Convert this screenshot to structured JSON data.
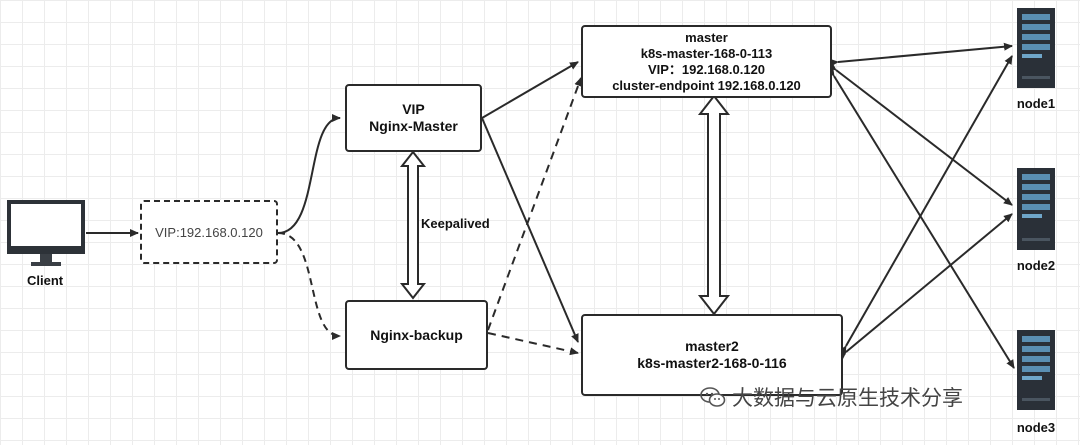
{
  "client": {
    "label": "Client"
  },
  "vip": {
    "label": "VIP:192.168.0.120"
  },
  "nginx_master": {
    "line1": "VIP",
    "line2": "Nginx-Master"
  },
  "nginx_backup": {
    "label": "Nginx-backup"
  },
  "keepalived": {
    "label": "Keepalived"
  },
  "master": {
    "title": "master",
    "host": "k8s-master-168-0-113",
    "vip": "VIP：192.168.0.120",
    "endpoint": "cluster-endpoint  192.168.0.120"
  },
  "master2": {
    "title": "master2",
    "host": "k8s-master2-168-0-116"
  },
  "nodes": [
    {
      "label": "node1"
    },
    {
      "label": "node2"
    },
    {
      "label": "node3"
    }
  ],
  "watermark": {
    "text": "大数据与云原生技术分享"
  }
}
